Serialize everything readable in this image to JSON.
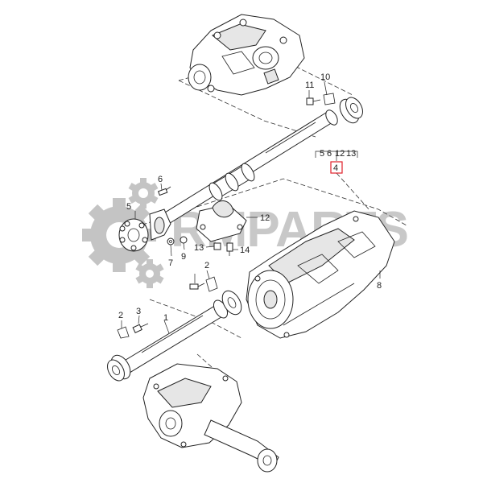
{
  "watermark": {
    "text": "RMPARTS",
    "gear_color": "#bdbdbd",
    "text_color": "#c8c8c8"
  },
  "highlight_color": "#e0202a",
  "callouts": {
    "c1": "1",
    "c2a": "2",
    "c2b": "2",
    "c3": "3",
    "c4": "4",
    "c5a": "5",
    "c5b": "5",
    "c6a": "6",
    "c6b": "6",
    "c7": "7",
    "c8": "8",
    "c9": "9",
    "c10": "10",
    "c11": "11",
    "c12a": "12",
    "c12b": "12",
    "c13a": "13",
    "c13b": "13",
    "c14": "14"
  }
}
